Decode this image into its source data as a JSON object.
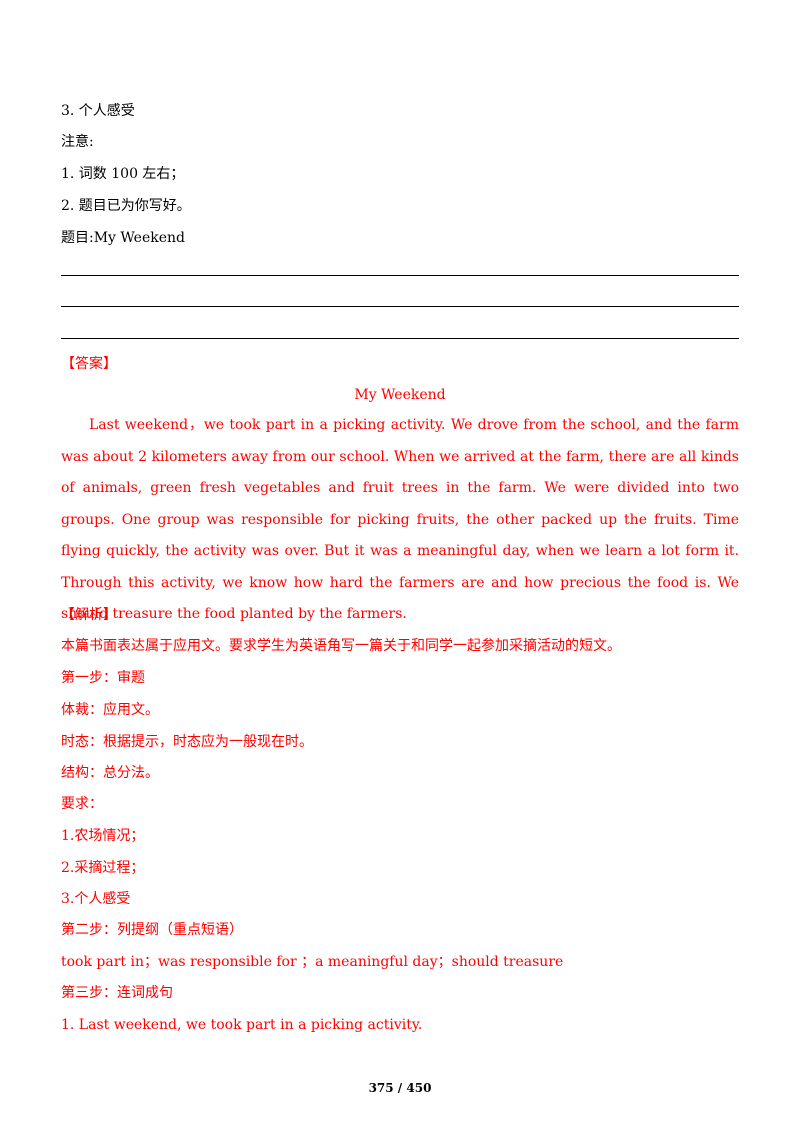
{
  "top": {
    "item3": "3. 个人感受",
    "note_label": "注意:",
    "note1": "1. 词数 100 左右；",
    "note2": "2. 题目已为你写好。",
    "title_line": "题目:My Weekend"
  },
  "answer": {
    "heading": "【答案】",
    "essay_title": "My Weekend",
    "essay_body": "Last weekend，we took part in a picking activity. We drove from the school, and the farm was about 2 kilometers away from our school. When we arrived at the farm, there are all kinds of animals, green fresh vegetables and fruit trees in the farm. We were divided into two groups. One group was responsible for picking fruits, the other packed up the fruits. Time flying quickly, the activity was over. But it was a meaningful day, when we learn a lot form it. Through this activity, we know how hard the farmers are and how precious the food is. We should treasure the food planted by the farmers."
  },
  "analysis": {
    "heading": "【解析】",
    "intro": "本篇书面表达属于应用文。要求学生为英语角写一篇关于和同学一起参加采摘活动的短文。",
    "step1": "第一步：审题",
    "genre": "体裁：应用文。",
    "tense": "时态：根据提示，时态应为一般现在时。",
    "structure": "结构：总分法。",
    "req_label": "要求：",
    "req1": "1.农场情况；",
    "req2": "2.采摘过程；",
    "req3": "3.个人感受",
    "step2": "第二步：列提纲（重点短语）",
    "phrases": "took part in；was responsible for ；a meaningful day；should treasure",
    "step3": "第三步：连词成句",
    "sentence1": "1. Last weekend, we took part in a picking activity."
  },
  "footer": {
    "page_number": "375 / 450"
  }
}
